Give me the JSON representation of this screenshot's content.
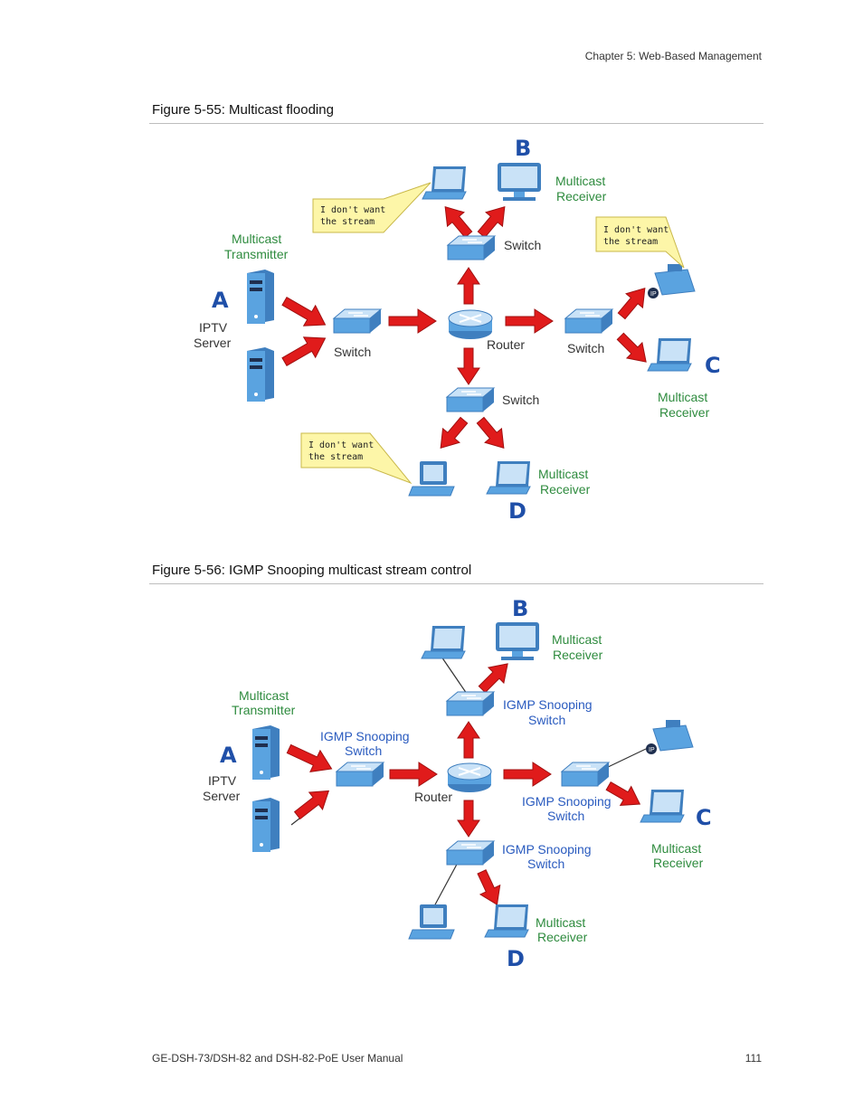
{
  "header": {
    "chapter": "Chapter 5: Web-Based Management"
  },
  "figure1": {
    "title": "Figure 5-55:  Multicast flooding",
    "labels": {
      "b": "B",
      "a": "A",
      "c": "C",
      "d": "D",
      "multicast": "Multicast",
      "receiver": "Receiver",
      "transmitter": "Transmitter",
      "iptv": "IPTV",
      "server": "Server",
      "switch": "Switch",
      "router": "Router",
      "bubble_line1": "I don't want",
      "bubble_line2": "the stream"
    }
  },
  "figure2": {
    "title": "Figure 5-56:  IGMP Snooping multicast stream control",
    "labels": {
      "b": "B",
      "a": "A",
      "c": "C",
      "d": "D",
      "multicast": "Multicast",
      "receiver": "Receiver",
      "transmitter": "Transmitter",
      "iptv": "IPTV",
      "server": "Server",
      "igmp_snooping": "IGMP Snooping",
      "switch": "Switch",
      "router": "Router"
    }
  },
  "footer": {
    "manual": "GE-DSH-73/DSH-82 and DSH-82-PoE User Manual",
    "page_number": "111"
  },
  "colors": {
    "arrow": "#e01b1b",
    "device": "#5aa3e0",
    "green_text": "#2e8b3e",
    "blue_text": "#2a5bbf"
  }
}
